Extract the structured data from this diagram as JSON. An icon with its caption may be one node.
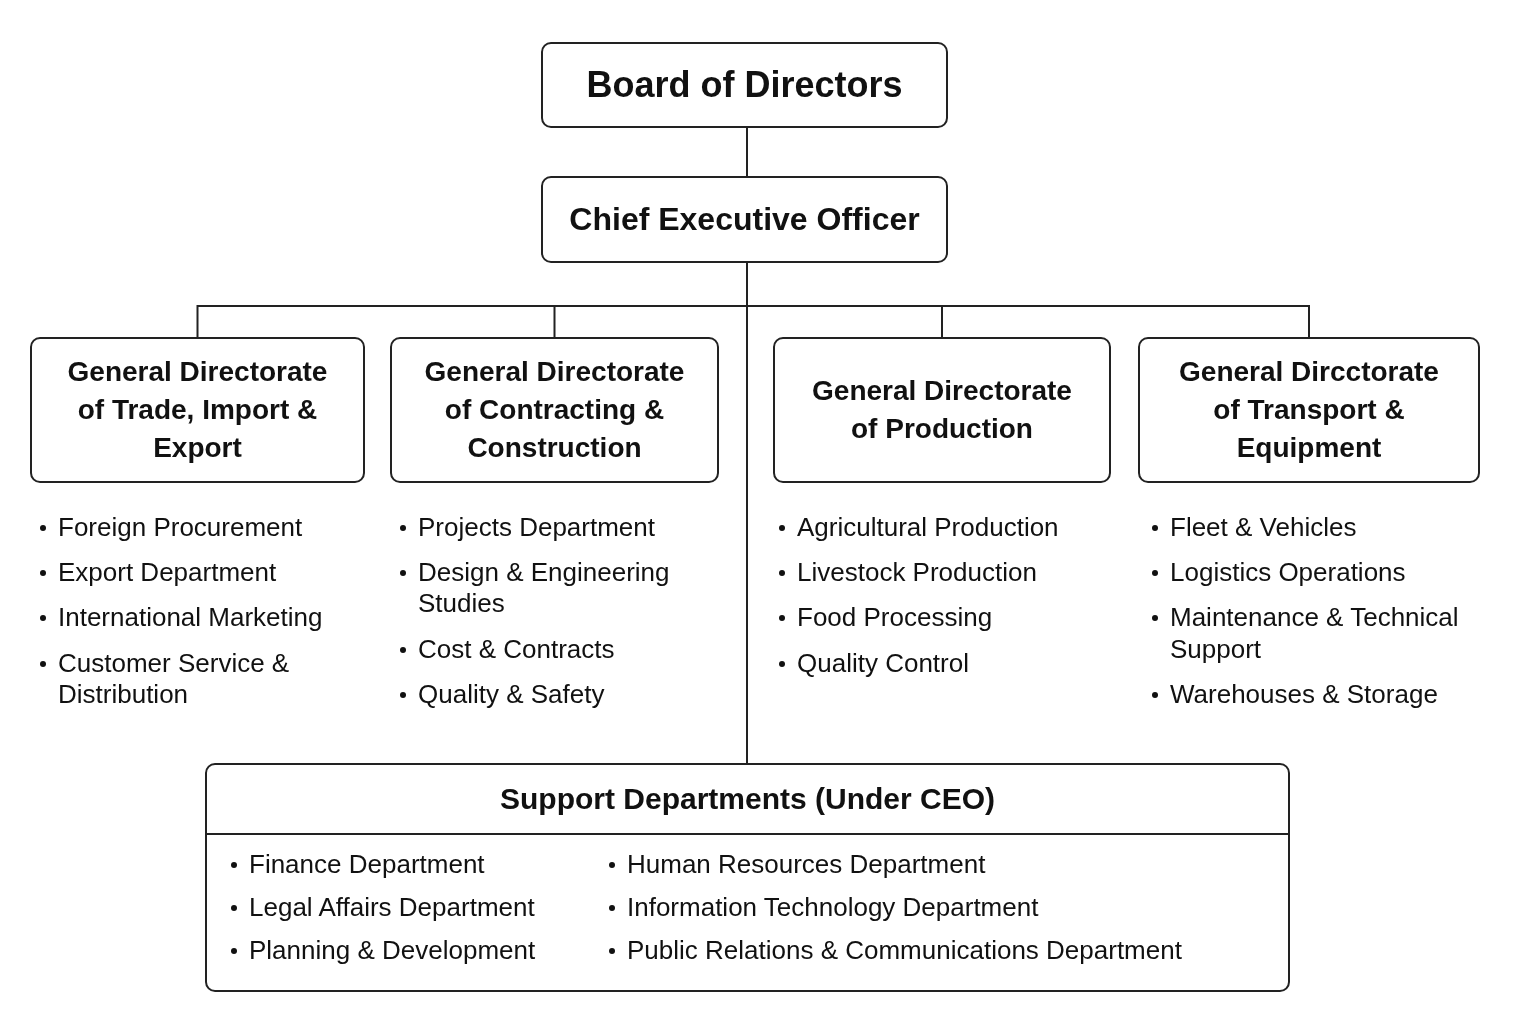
{
  "diagram": {
    "nodes": [
      {
        "text": [
          "Board of Directors"
        ]
      },
      {
        "text": [
          "Chief Executive Officer"
        ]
      },
      {
        "text": [
          "General Directorate of Trade, Import & Export"
        ],
        "beside": [
          "Foreign Procurement",
          "Export Department",
          "International Marketing",
          "Customer Service & Distribution"
        ]
      },
      {
        "text": [
          "General Directorate of Contracting & Construction"
        ],
        "beside": [
          "Projects Department",
          "Design & Engineering Studies",
          "Cost & Contracts",
          "Quality & Safety"
        ]
      },
      {
        "text": [
          "General Directorate of Production"
        ],
        "beside": [
          "Agricultural Production",
          "Livestock Production",
          "Food Processing",
          "Quality Control"
        ]
      },
      {
        "text": [
          "General Dircctorate of Transport & Equipment"
        ],
        "beside": [
          "Fleet & Vehicles",
          "Logistics Operations",
          "Maintenance & Technical Support",
          "Warehouses & Storage"
        ]
      },
      {
        "text": [
          "Support Departments (Under CEO)",
          "Finance Department",
          "Human Resources Department",
          "Legal Affairs Department",
          "Information Technology Department",
          "Planning & Development",
          "Public Relations & Communications Department"
        ]
      }
    ],
    "edges": [
      {
        "from": 0,
        "to": 1,
        "arrow": "none"
      },
      {
        "from": 1,
        "to": 2,
        "arrow": "none"
      },
      {
        "from": 1,
        "to": 3,
        "arrow": "none"
      },
      {
        "from": 1,
        "to": 4,
        "arrow": "none"
      },
      {
        "from": 1,
        "to": 5,
        "arrow": "none"
      },
      {
        "from": 1,
        "to": 6,
        "arrow": "none"
      }
    ]
  }
}
